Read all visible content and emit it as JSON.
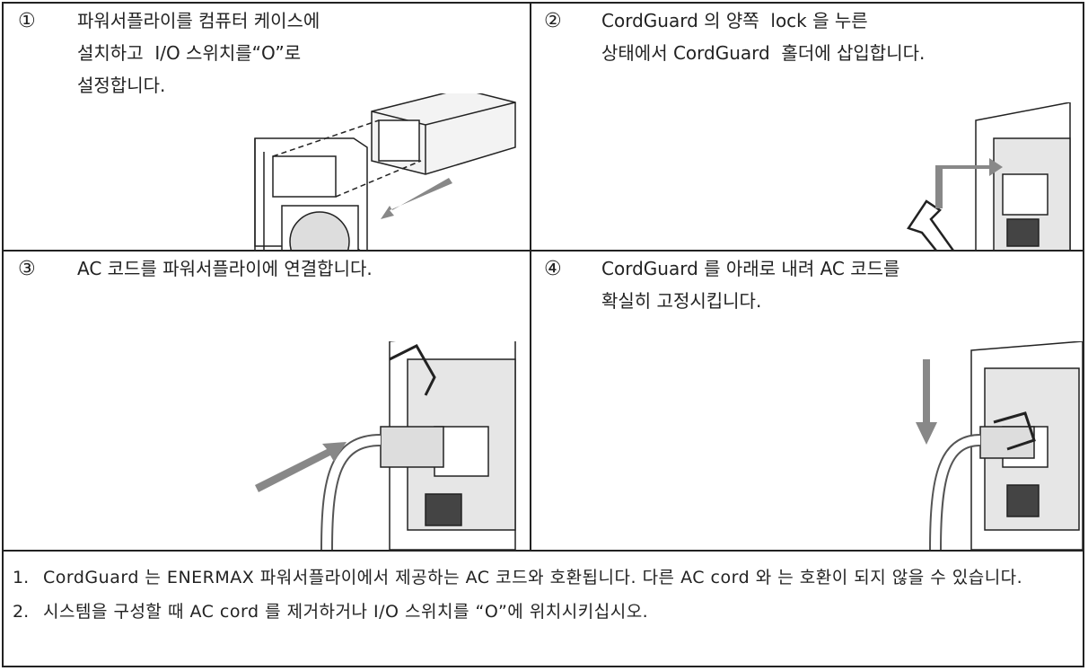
{
  "steps": [
    {
      "marker": "①",
      "lines": [
        "파워서플라이를 컴퓨터 케이스에",
        "설치하고  I/O 스위치를“O”로",
        "설정합니다."
      ]
    },
    {
      "marker": "②",
      "lines": [
        "CordGuard 의 양쪽  lock 을 누른",
        "상태에서 CordGuard  홀더에 삽입합니다."
      ]
    },
    {
      "marker": "③",
      "lines": [
        "AC 코드를 파워서플라이에 연결합니다."
      ]
    },
    {
      "marker": "④",
      "lines": [
        "CordGuard 를 아래로 내려 AC 코드를",
        "확실히 고정시킵니다."
      ]
    }
  ],
  "notes": [
    {
      "num": "1.",
      "text": "CordGuard 는 ENERMAX 파워서플라이에서 제공하는  AC 코드와 호환됩니다. 다른 AC cord 와 는 호환이 되지 않을 수 있습니다."
    },
    {
      "num": "2.",
      "text": "시스템을  구성할 때 AC cord 를 제거하거나 I/O 스위치를 “O”에 위치시키십시오."
    }
  ]
}
